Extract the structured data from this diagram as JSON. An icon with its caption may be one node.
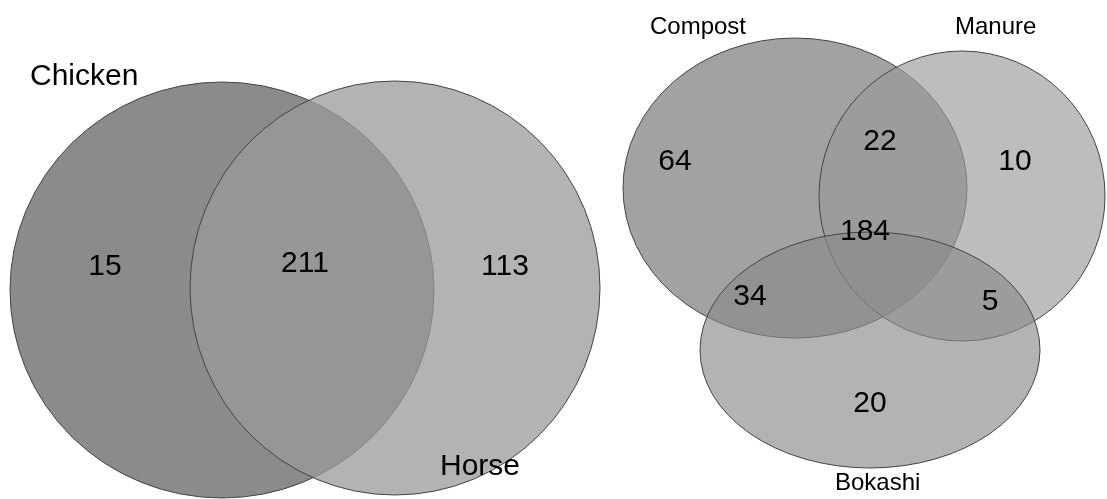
{
  "diagram": {
    "nodes": [
      {
        "text": [
          "Chicken"
        ]
      },
      {
        "text": [
          "Horse"
        ]
      },
      {
        "text": [
          "Compost"
        ]
      },
      {
        "text": [
          "Manure"
        ]
      },
      {
        "text": [
          "Bokashi"
        ]
      }
    ],
    "labels": [
      "15",
      "211",
      "113",
      "64",
      "22",
      "10",
      "184",
      "34",
      "5",
      "20"
    ]
  }
}
